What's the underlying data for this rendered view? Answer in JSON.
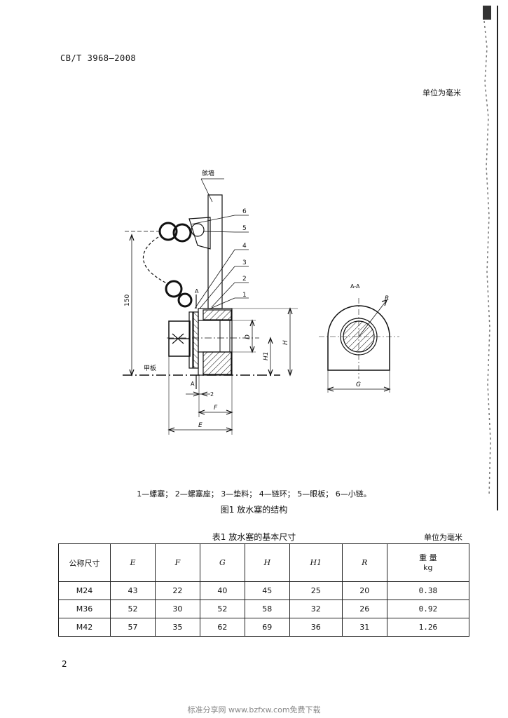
{
  "header": {
    "standard_no": "CB/T 3968—2008",
    "unit_note": "单位为毫米"
  },
  "figure": {
    "labels": {
      "bulkhead": "舷墙",
      "deck": "甲板",
      "dim_150": "150",
      "section": "A-A",
      "A": "A",
      "two": "2",
      "E": "E",
      "F": "F",
      "G": "G",
      "H": "H",
      "H1": "H1",
      "D": "D",
      "R": "R",
      "parts": [
        "1",
        "2",
        "3",
        "4",
        "5",
        "6"
      ]
    },
    "legend": "1—螺塞； 2—螺塞座； 3—垫料； 4—链环； 5—眼板； 6—小链。",
    "title": "图1   放水塞的结构"
  },
  "table": {
    "title": "表1   放水塞的基本尺寸",
    "unit": "单位为毫米",
    "headers": [
      "公称尺寸",
      "E",
      "F",
      "G",
      "H",
      "H1",
      "R",
      "重 量\nkg"
    ],
    "rows": [
      [
        "M24",
        "43",
        "22",
        "40",
        "45",
        "25",
        "20",
        "0.38"
      ],
      [
        "M36",
        "52",
        "30",
        "52",
        "58",
        "32",
        "26",
        "0.92"
      ],
      [
        "M42",
        "57",
        "35",
        "62",
        "69",
        "36",
        "31",
        "1.26"
      ]
    ]
  },
  "page_number": "2",
  "footer": "标准分享网 www.bzfxw.com免费下载"
}
